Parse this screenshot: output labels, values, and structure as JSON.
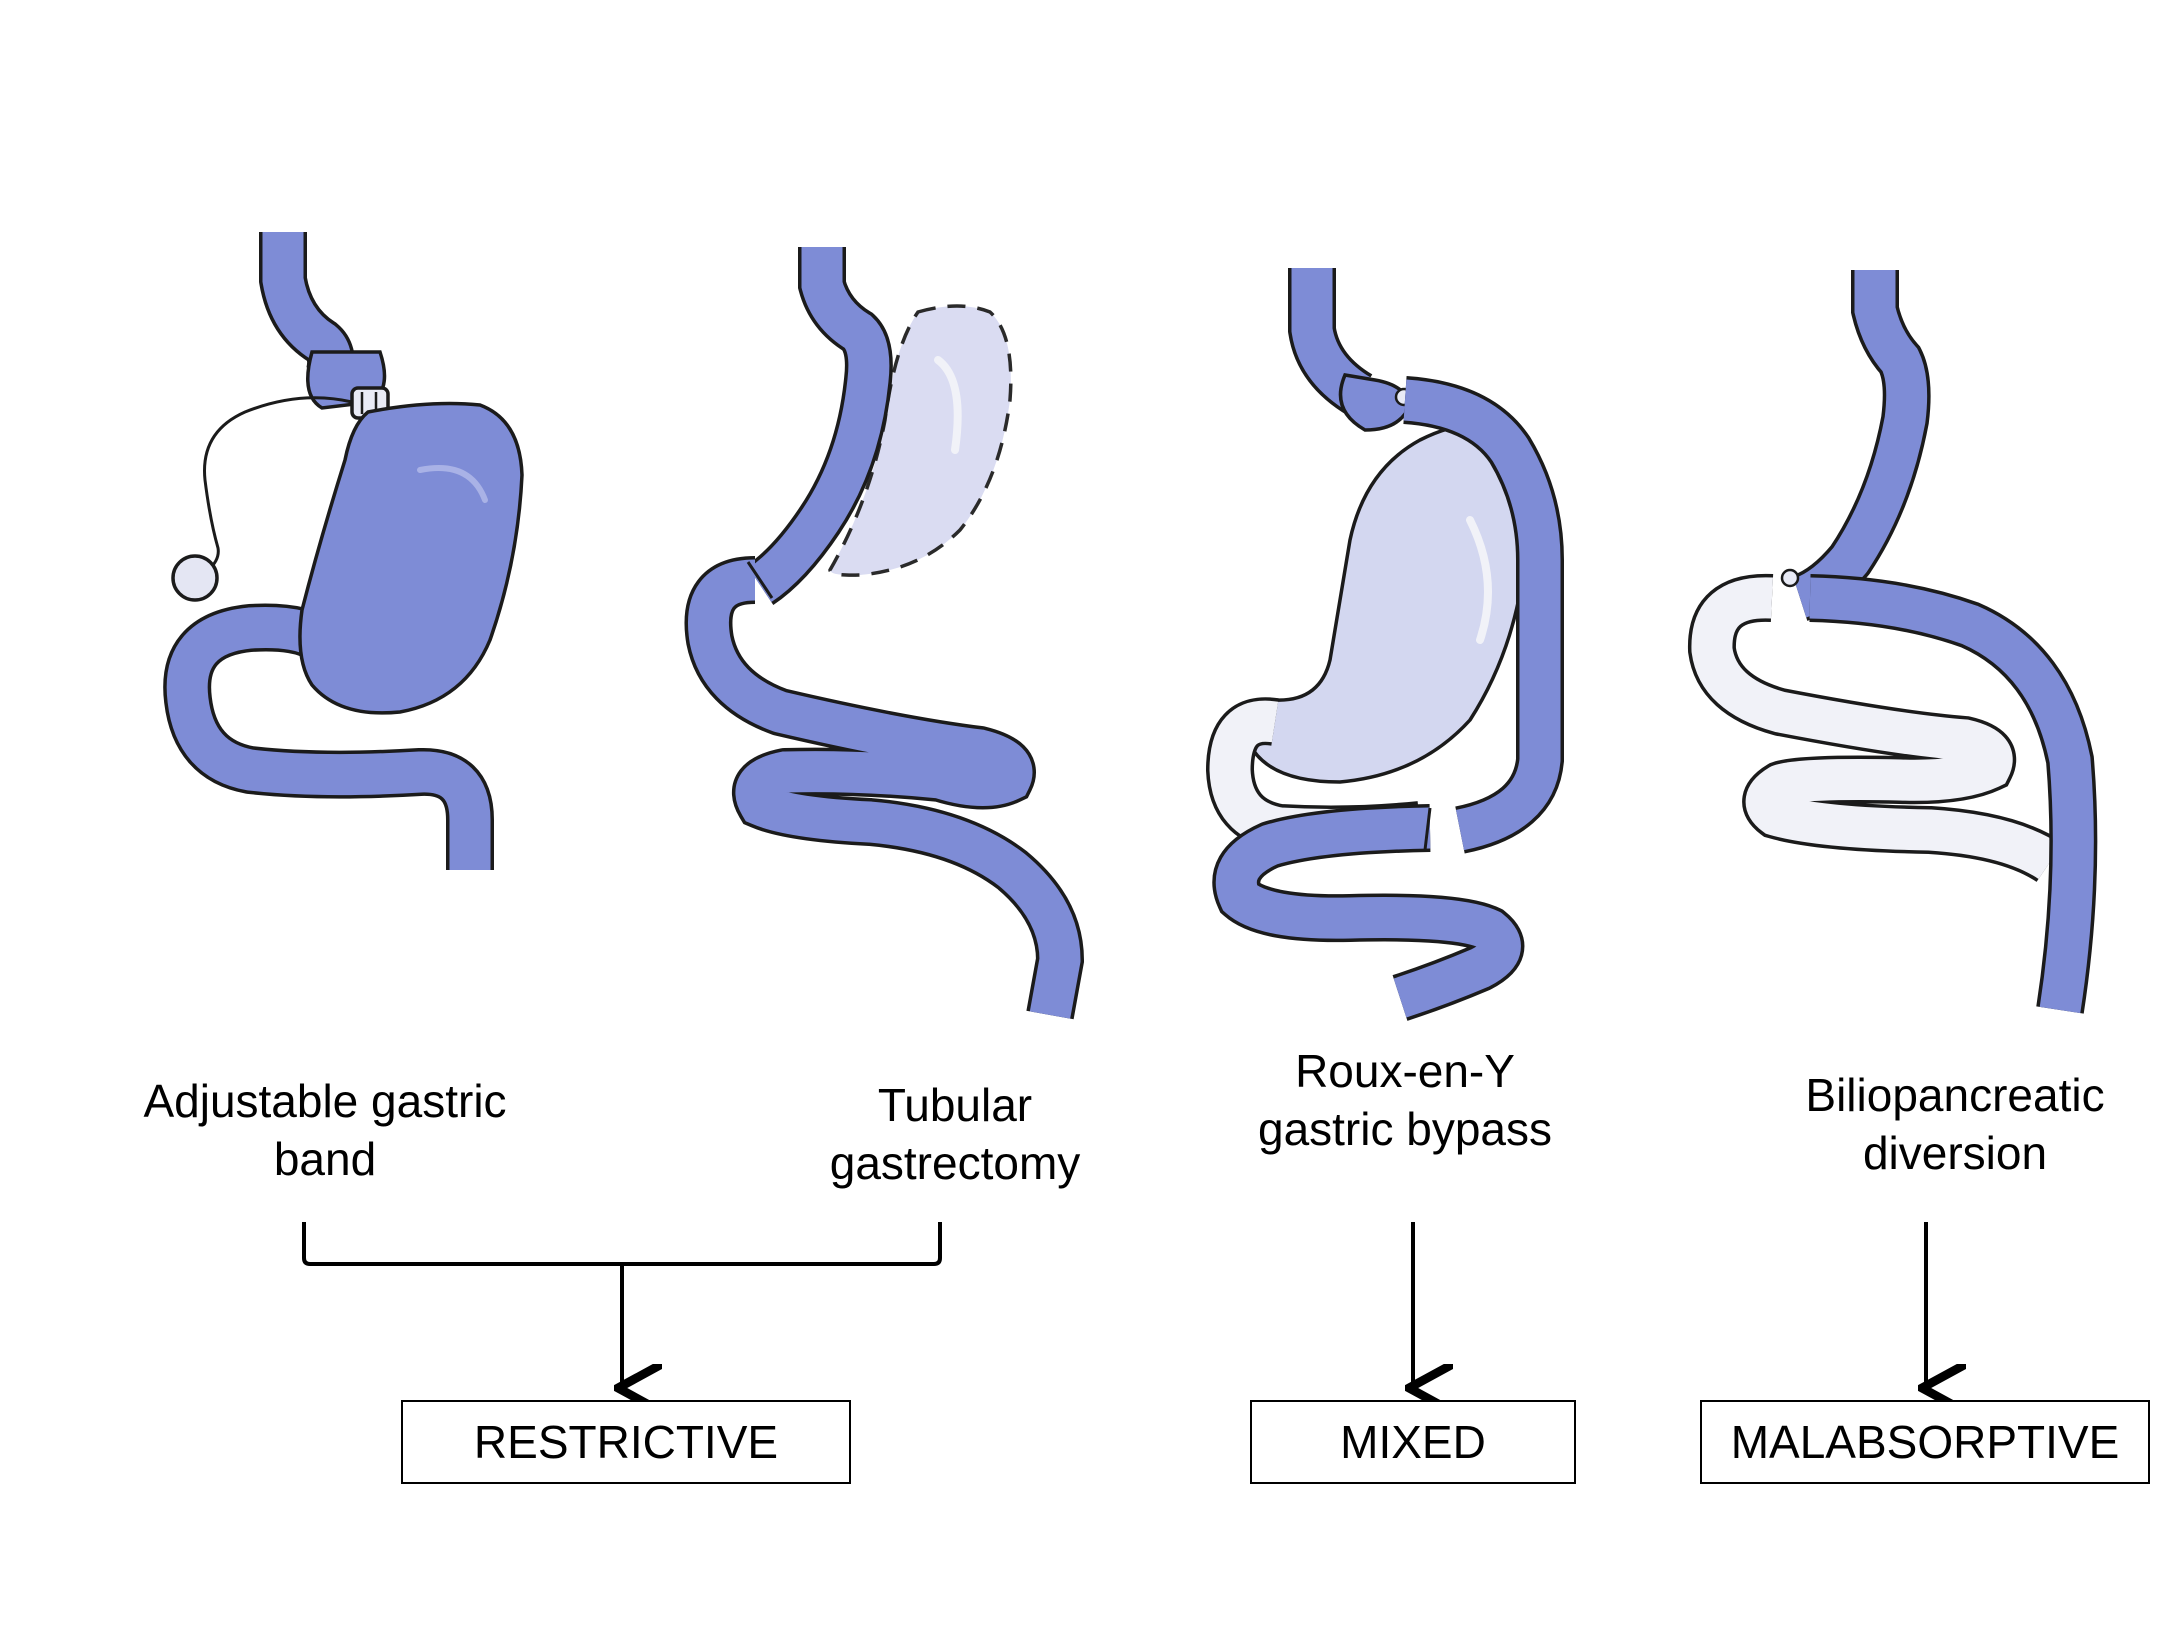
{
  "colors": {
    "organ_blue": "#7e8cd6",
    "organ_blue_light": "#a9b2e6",
    "bypassed_lavender": "#d3d7f0",
    "removed_stomach": "#dadcf2",
    "bypassed_white": "#f1f2f8",
    "outline": "#1b1b1b",
    "arrow": "#000000"
  },
  "procedures": [
    {
      "line1": "Adjustable gastric",
      "line2": "band"
    },
    {
      "line1": "Tubular",
      "line2": "gastrectomy"
    },
    {
      "line1": "Roux-en-Y",
      "line2": "gastric bypass"
    },
    {
      "line1": "Biliopancreatic",
      "line2": "diversion"
    }
  ],
  "categories": {
    "restrictive": "RESTRICTIVE",
    "mixed": "MIXED",
    "malabsorptive": "MALABSORPTIVE"
  }
}
